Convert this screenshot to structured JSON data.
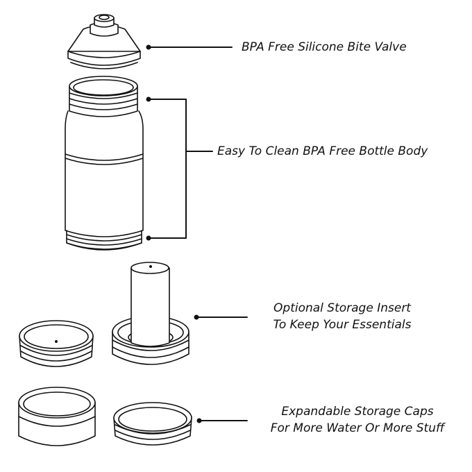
{
  "colors": {
    "line": "#111111",
    "background": "#ffffff",
    "text": "#111111"
  },
  "labels": {
    "valve": "BPA Free Silicone Bite Valve",
    "body": "Easy To Clean BPA Free Bottle Body",
    "insert_line1": "Optional Storage Insert",
    "insert_line2": "To Keep Your Essentials",
    "caps_line1": "Expandable Storage Caps",
    "caps_line2": "For More Water Or More Stuff"
  }
}
